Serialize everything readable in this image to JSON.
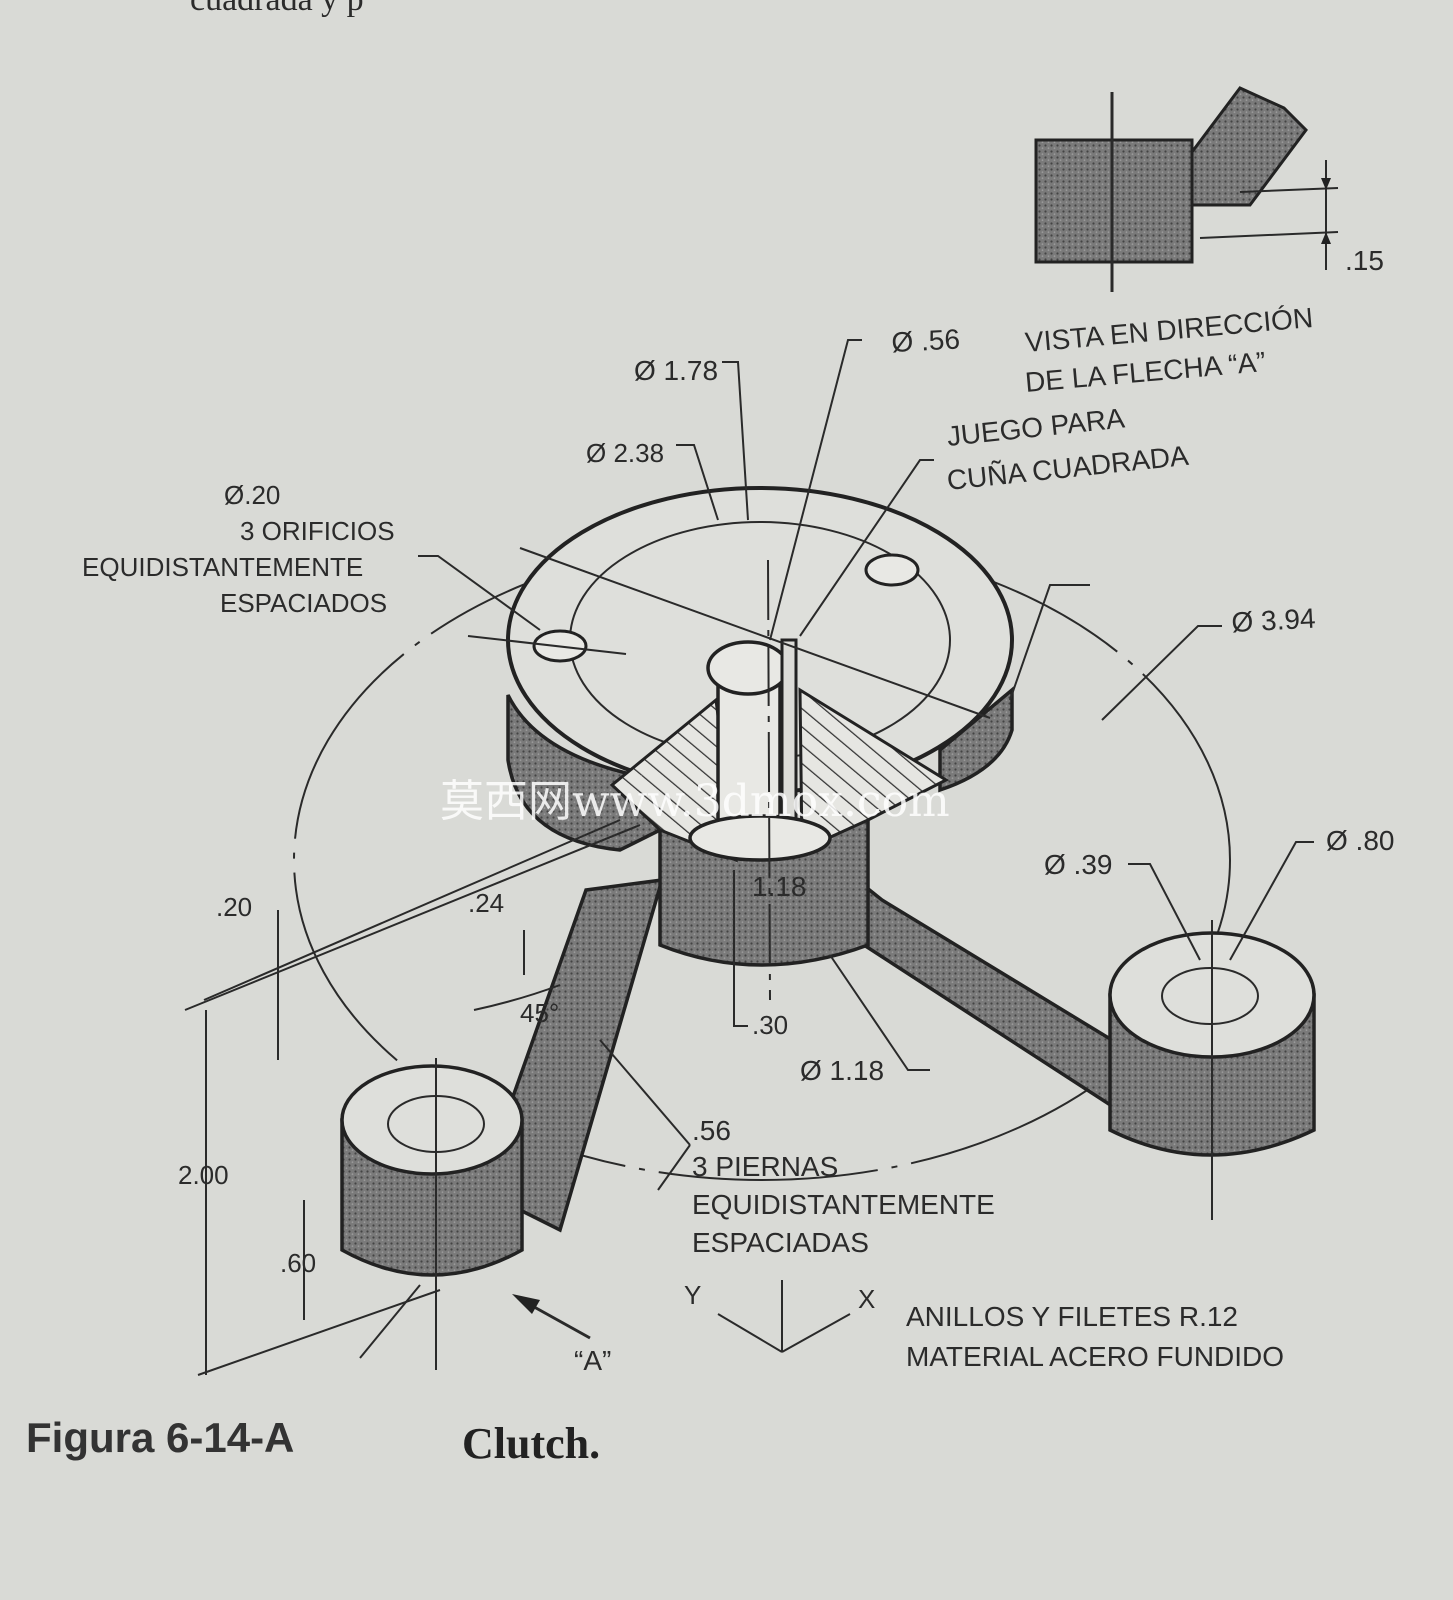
{
  "header_fragment": "cuadrada y p",
  "inset": {
    "dim": ".15",
    "caption_line1": "VISTA EN DIRECCIÓN",
    "caption_line2": "DE LA FLECHA “A”"
  },
  "labels": {
    "d156": "Ø .56",
    "d178": "Ø 1.78",
    "d238": "Ø 2.38",
    "holes_1": "Ø.20",
    "holes_2": "3 ORIFICIOS",
    "holes_3": "EQUIDISTANTEMENTE",
    "holes_4": "ESPACIADOS",
    "keyway_1": "JUEGO PARA",
    "keyway_2": "CUÑA CUADRADA",
    "d394": "Ø 3.94",
    "d039": "Ø .39",
    "d080": "Ø .80",
    "h118": "1.18",
    "d020": ".20",
    "d024": ".24",
    "ang45": "45°",
    "d030": ".30",
    "d118": "Ø 1.18",
    "d200": "2.00",
    "d060": ".60",
    "legs_1": ".56",
    "legs_2": "3 PIERNAS",
    "legs_3": "EQUIDISTANTEMENTE",
    "legs_4": "ESPACIADAS",
    "arrow_a": "“A”",
    "axis_y": "Y",
    "axis_x": "X",
    "note_1": "ANILLOS Y FILETES R.12",
    "note_2": "MATERIAL ACERO FUNDIDO"
  },
  "watermark": "莫西网www.3dmox.com",
  "caption": {
    "number": "Figura 6-14-A",
    "title": "Clutch."
  }
}
